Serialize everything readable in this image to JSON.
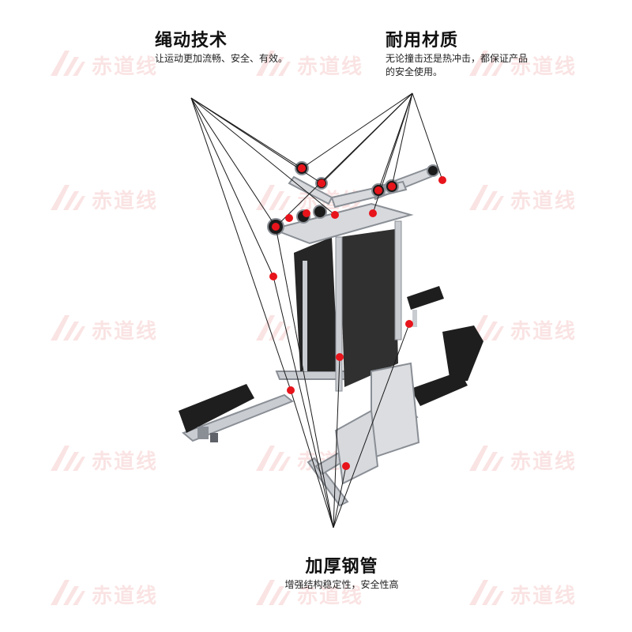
{
  "watermark": {
    "text": "赤道线",
    "color": "#dd3333",
    "icon": "brand-logo-icon"
  },
  "features": {
    "rope": {
      "title": "绳动技术",
      "desc": "让运动更加流畅、安全、有效。"
    },
    "durable": {
      "title": "耐用材质",
      "desc": "无论撞击还是热冲击，都保证产品的安全使用。"
    },
    "steel": {
      "title": "加厚钢管",
      "desc": "增强结构稳定性，安全性高"
    }
  },
  "colors": {
    "frame": "#c9ccd1",
    "frame_dark": "#8a8f96",
    "pad": "#1e1e1e",
    "stack": "#262626",
    "marker": "#e8141b",
    "line": "#1a1a1a"
  }
}
